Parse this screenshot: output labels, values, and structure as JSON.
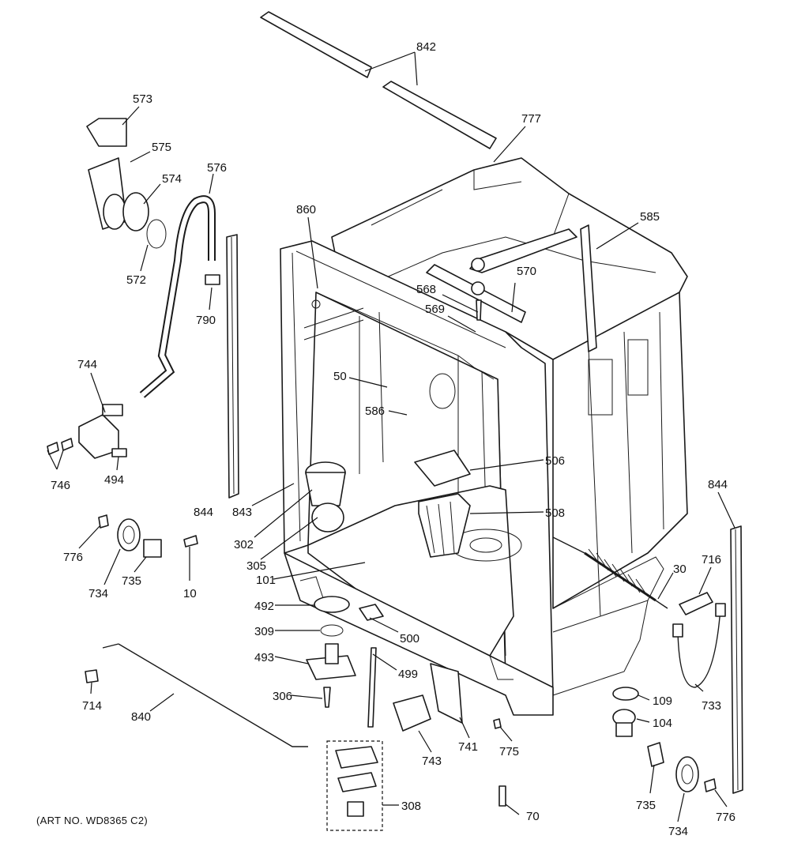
{
  "caption": "(ART NO. WD8365 C2)",
  "labels": {
    "p842": "842",
    "p777": "777",
    "p573": "573",
    "p575": "575",
    "p574": "574",
    "p576": "576",
    "p572": "572",
    "p790": "790",
    "p860": "860",
    "p585": "585",
    "p570": "570",
    "p568": "568",
    "p569": "569",
    "p744": "744",
    "p50": "50",
    "p586": "586",
    "p746": "746",
    "p494": "494",
    "p506": "506",
    "p844a": "844",
    "p843": "843",
    "p844b": "844",
    "p508": "508",
    "p302": "302",
    "p776a": "776",
    "p305": "305",
    "p716": "716",
    "p30": "30",
    "p734a": "734",
    "p735a": "735",
    "p10": "10",
    "p101": "101",
    "p492": "492",
    "p309": "309",
    "p500": "500",
    "p493": "493",
    "p499": "499",
    "p714": "714",
    "p840": "840",
    "p306": "306",
    "p741": "741",
    "p109": "109",
    "p733": "733",
    "p104": "104",
    "p743": "743",
    "p775": "775",
    "p308": "308",
    "p70": "70",
    "p735b": "735",
    "p776b": "776",
    "p734b": "734"
  }
}
